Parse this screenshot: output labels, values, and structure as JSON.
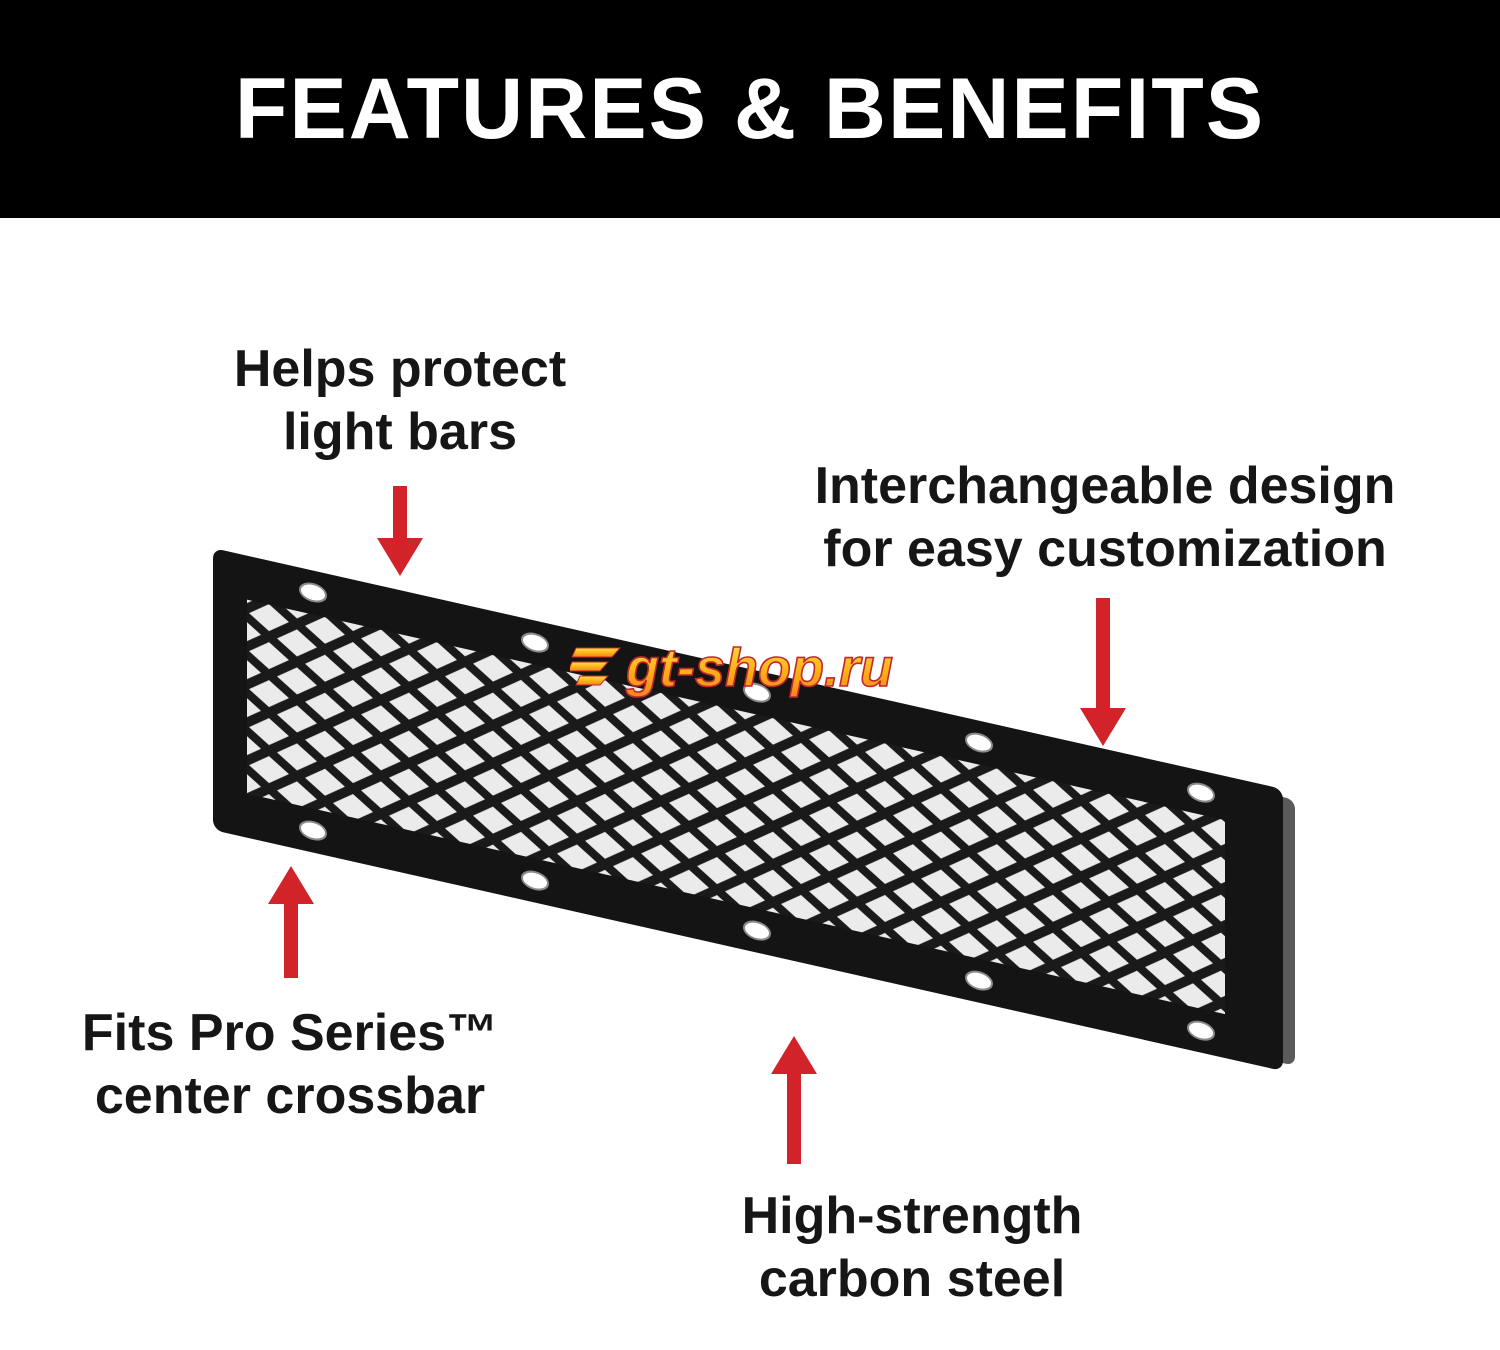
{
  "header": {
    "title": "FEATURES & BENEFITS"
  },
  "annotations": {
    "protect": {
      "line1": "Helps protect",
      "line2": "light bars"
    },
    "interchangeable": {
      "line1": "Interchangeable design",
      "line2": "for easy customization"
    },
    "fits": {
      "line1": "Fits Pro Series™",
      "line2": "center crossbar"
    },
    "steel": {
      "line1": "High-strength",
      "line2": "carbon steel"
    }
  },
  "watermark": {
    "text": "gt-shop.ru"
  },
  "colors": {
    "banner_bg": "#000000",
    "banner_text": "#ffffff",
    "body_text": "#161616",
    "arrow_red": "#d2232a",
    "panel_black": "#141414",
    "panel_edge_gray": "#5a5a5a",
    "mesh_opening": "#ebebeb",
    "watermark_orange": "#fcb116",
    "watermark_outline": "#c1272d"
  }
}
